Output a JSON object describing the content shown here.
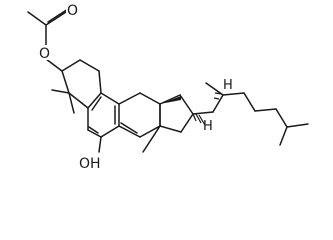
{
  "diagram": {
    "type": "chemical-structure",
    "atom_labels": {
      "ester_oxygen": "O",
      "carbonyl_oxygen": "O",
      "hydroxyl": "OH",
      "h_c20": "H",
      "h_c17": "H"
    },
    "colors": {
      "ink": "#1a1a1a",
      "background": "#ffffff"
    }
  }
}
